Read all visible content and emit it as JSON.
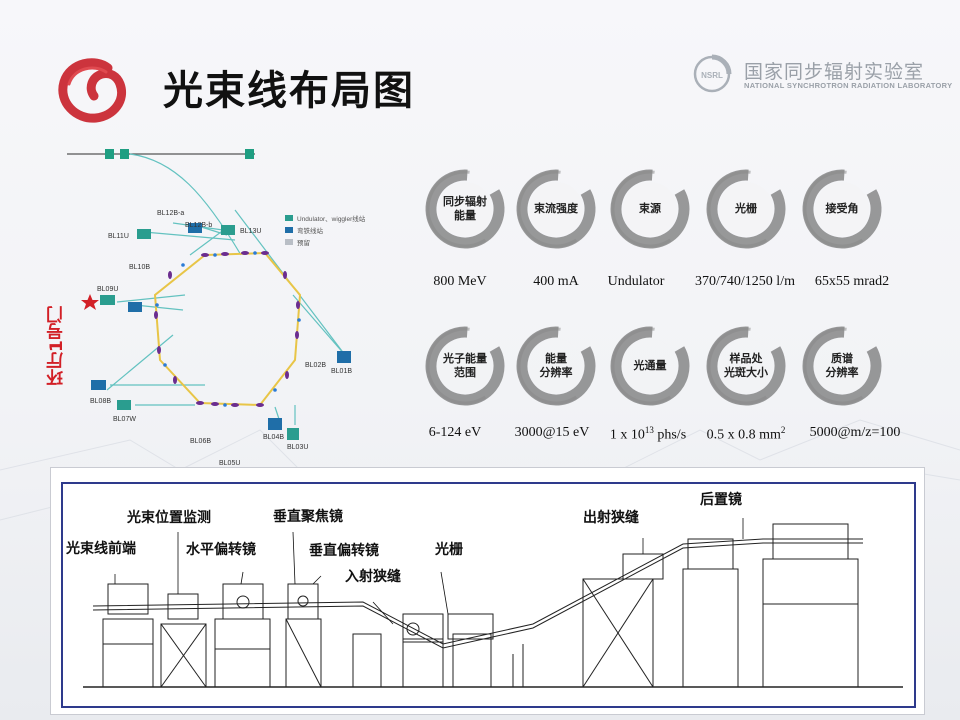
{
  "title": "光束线布局图",
  "lab": {
    "name_cn": "国家同步辐射实验室",
    "name_en": "NATIONAL SYNCHROTRON RADIATION LABORATORY",
    "mark_text": "NSRL"
  },
  "layout": {
    "hall_label": "环厅1号门",
    "legend": [
      "Undulator、wiggler线站",
      "弯铁线站",
      "预留"
    ],
    "beamlines": [
      "BL12B-a",
      "BL12B-b",
      "BL13U",
      "BL11U",
      "BL10B",
      "BL09U",
      "BL02B",
      "BL01B",
      "BL08B",
      "BL07W",
      "BL06B",
      "BL05U",
      "BL04B",
      "BL03U"
    ],
    "colors": {
      "teal": "#2a9d8f",
      "blue": "#1f6ea8",
      "gray": "#b9bec6",
      "ring": "#e8c547",
      "magnet": "#6b2d8f",
      "line": "#63c2c0",
      "star": "#d21f26"
    }
  },
  "params": [
    {
      "label": "同步辐射\n能量",
      "value": "800 MeV"
    },
    {
      "label": "束流强度",
      "value": "400 mA"
    },
    {
      "label": "束源",
      "value": "Undulator"
    },
    {
      "label": "光栅",
      "value": "370/740/1250 l/m"
    },
    {
      "label": "接受角",
      "value": "65x55 mrad2"
    },
    {
      "label": "光子能量\n范围",
      "value": "6-124 eV"
    },
    {
      "label": "能量\n分辨率",
      "value": "3000@15 eV"
    },
    {
      "label": "光通量",
      "value_prefix": "1 x 10",
      "value_sup": "13",
      "value_suffix": " phs/s"
    },
    {
      "label": "样品处\n光斑大小",
      "value_prefix": "0.5 x 0.8 mm",
      "value_sup": "2",
      "value_suffix": ""
    },
    {
      "label": "质谱\n分辨率",
      "value": "5000@m/z=100"
    }
  ],
  "equipment": {
    "labels": {
      "front_end": "光束线前端",
      "position_monitor": "光束位置监测",
      "horizontal_mirror": "水平偏转镜",
      "vertical_focus": "垂直聚焦镜",
      "vertical_deflect": "垂直偏转镜",
      "entrance_slit": "入射狭缝",
      "grating": "光栅",
      "exit_slit": "出射狭缝",
      "rear_mirror": "后置镜"
    }
  }
}
